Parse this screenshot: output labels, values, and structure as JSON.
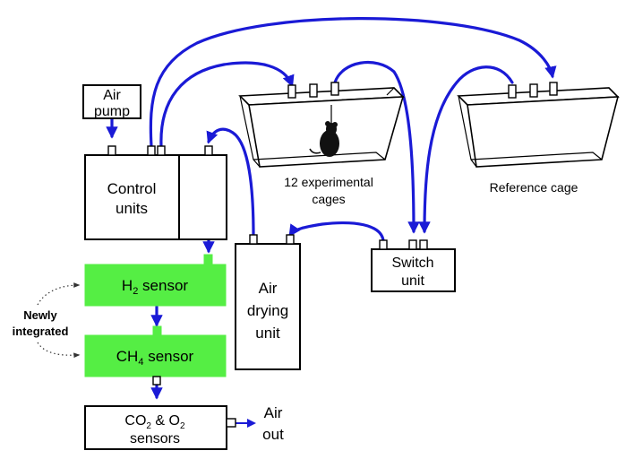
{
  "title": "",
  "colors": {
    "tube": "#1a1ad6",
    "sensor_fill": "#55ee44",
    "outline": "#000000"
  },
  "nodes": {
    "air_pump": {
      "line1": "Air",
      "line2": "pump"
    },
    "control_units": {
      "line1": "Control",
      "line2": "units"
    },
    "experimental_cages": {
      "line1": "12 experimental",
      "line2": "cages"
    },
    "reference_cage": {
      "label": "Reference cage"
    },
    "air_drying_unit": {
      "line1": "Air",
      "line2": "drying",
      "line3": "unit"
    },
    "switch_unit": {
      "line1": "Switch",
      "line2": "unit"
    },
    "h2_sensor": {
      "prefix": "H",
      "sub": "2",
      "suffix": " sensor"
    },
    "ch4_sensor": {
      "prefix": "CH",
      "sub": "4",
      "suffix": " sensor"
    },
    "co2_o2_sensors": {
      "a": "CO",
      "a_sub": "2",
      "mid": " & O",
      "b_sub": "2",
      "line2": "sensors"
    },
    "air_out": {
      "line1": "Air",
      "line2": "out"
    }
  },
  "annotation": {
    "line1": "Newly",
    "line2": "integrated"
  }
}
